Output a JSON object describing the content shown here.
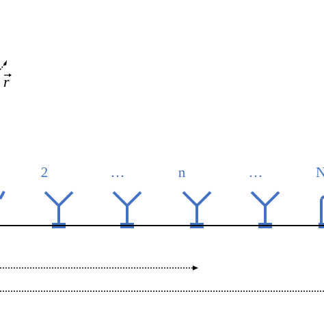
{
  "colors": {
    "antenna": "#4472C4",
    "label": "#4472C4",
    "line": "#000000"
  },
  "vector_label": "r",
  "element_labels": [
    "2",
    "…",
    "n",
    "…",
    "N"
  ],
  "icons": {
    "antenna": "antenna-element-icon",
    "arrow": "arrow-head-icon"
  }
}
